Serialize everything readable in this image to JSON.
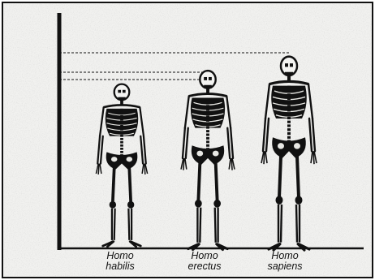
{
  "figure": {
    "species": [
      {
        "id": "habilis",
        "line1": "Homo",
        "line2": "habilis"
      },
      {
        "id": "erectus",
        "line1": "Homo",
        "line2": "erectus"
      },
      {
        "id": "sapiens",
        "line1": "Homo",
        "line2": "sapiens"
      }
    ]
  }
}
